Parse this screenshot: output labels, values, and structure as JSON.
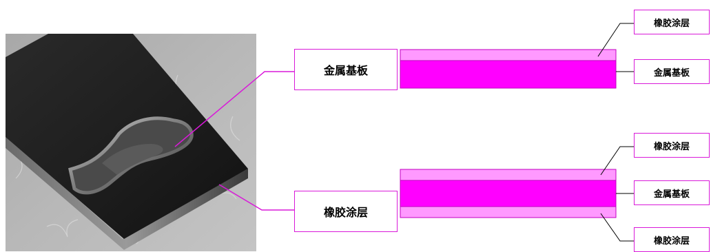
{
  "colors": {
    "accent": "#d918d9",
    "metal_layer": "#ff00ff",
    "rubber_layer": "#ff99ff",
    "layer_border": "#c000c0"
  },
  "photo": {
    "icon": "gasket-plate-photo"
  },
  "callouts": {
    "photo_metal": "金属基板",
    "photo_rubber": "橡胶涂层"
  },
  "diagram_single": {
    "labels": [
      "橡胶涂层",
      "金属基板"
    ]
  },
  "diagram_double": {
    "labels": [
      "橡胶涂层",
      "金属基板",
      "橡胶涂层"
    ]
  }
}
